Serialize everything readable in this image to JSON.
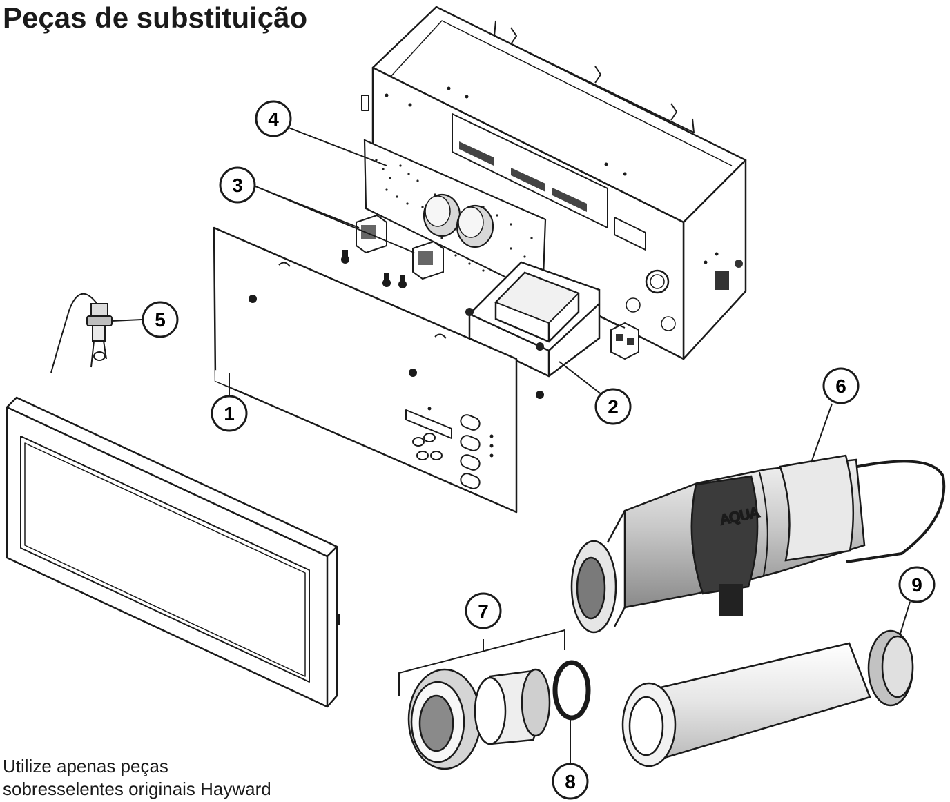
{
  "title": "Peças de substituição",
  "footer": {
    "line1": "Utilize apenas peças",
    "line2": "sobresselentes originais Hayward"
  },
  "callouts": [
    {
      "id": "1",
      "label": "1"
    },
    {
      "id": "2",
      "label": "2"
    },
    {
      "id": "3",
      "label": "3"
    },
    {
      "id": "4",
      "label": "4"
    },
    {
      "id": "5",
      "label": "5"
    },
    {
      "id": "6",
      "label": "6"
    },
    {
      "id": "7",
      "label": "7"
    },
    {
      "id": "8",
      "label": "8"
    },
    {
      "id": "9",
      "label": "9"
    }
  ],
  "cell_marking": "AQUA"
}
